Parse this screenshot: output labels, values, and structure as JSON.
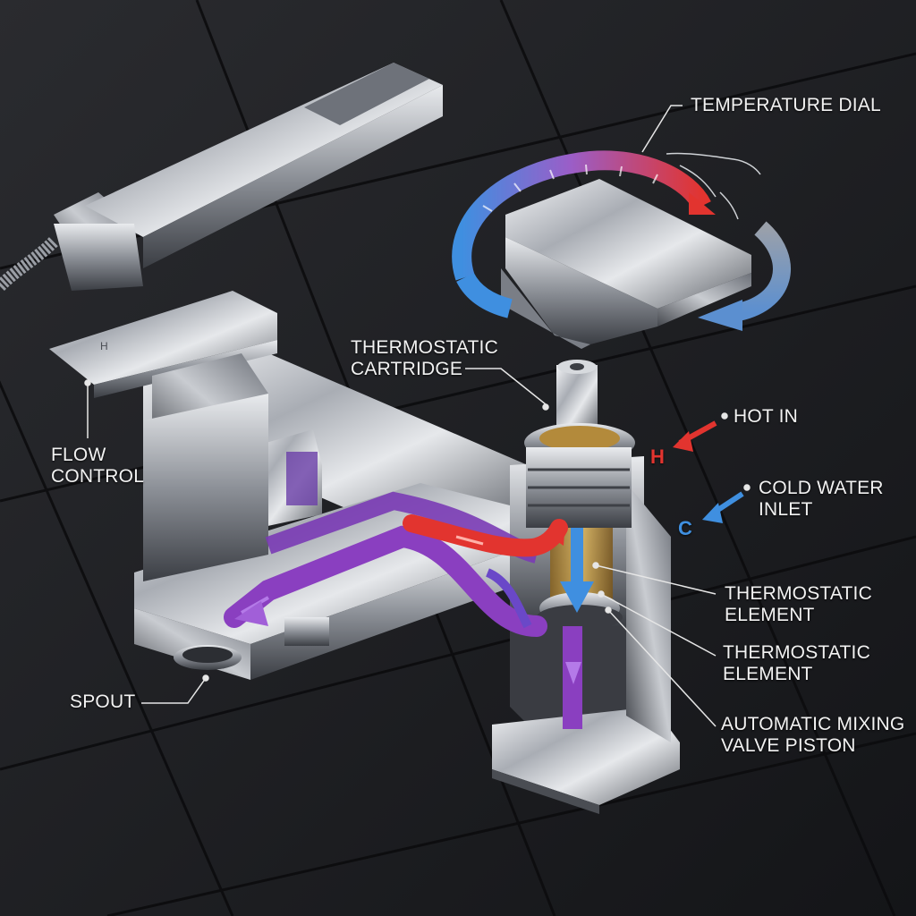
{
  "labels": {
    "temperature_dial": "TEMPERATURE DIAL",
    "thermostatic_cartridge": [
      "THERMOSTATIC",
      "CARTRIDGE"
    ],
    "hot_in": "HOT IN",
    "cold_water_inlet": [
      "COLD WATER",
      "INLET"
    ],
    "flow_control": [
      "FLOW",
      "CONTROL"
    ],
    "thermostatic_element_1": [
      "THERMOSTATIC",
      "ELEMENT"
    ],
    "thermostatic_element_2": [
      "THERMOSTATIC",
      "ELEMENT"
    ],
    "automatic_mixing_valve_piston": [
      "AUTOMATIC MIXING",
      "VALVE PISTON"
    ],
    "spout": "SPOUT",
    "hot_letter": "H",
    "cold_letter": "C",
    "handle_mark": "H"
  },
  "colors": {
    "hot": "#e2342f",
    "cold": "#3f8fe0",
    "mixed": "#8a3fc0",
    "chrome_light": "#d8dbe0",
    "chrome_dark": "#4a4d53",
    "brass": "#c79a3a",
    "background": "#1b1c1f"
  }
}
